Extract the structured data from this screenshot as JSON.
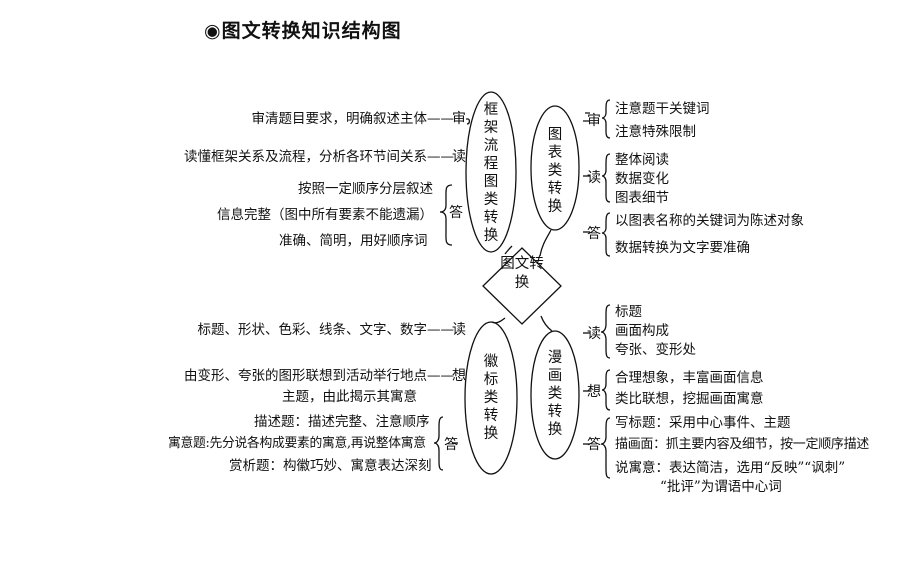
{
  "title": "◉图文转换知识结构图",
  "center": "图文转换",
  "branches": {
    "framework": {
      "name": "框架流程图类转换",
      "groups": [
        {
          "label": "审",
          "items": [
            "审清题目要求，明确叙述主体——"
          ]
        },
        {
          "label": "读",
          "items": [
            "读懂框架关系及流程，分析各环节间关系——"
          ]
        },
        {
          "label": "答",
          "items": [
            "按照一定顺序分层叙述",
            "信息完整（图中所有要素不能遗漏）",
            "准确、简明，用好顺序词"
          ]
        }
      ]
    },
    "chart": {
      "name": "图表类转换",
      "groups": [
        {
          "label": "审",
          "items": [
            "注意题干关键词",
            "注意特殊限制"
          ]
        },
        {
          "label": "读",
          "items": [
            "整体阅读",
            "数据变化",
            "图表细节"
          ]
        },
        {
          "label": "答",
          "items": [
            "以图表名称的关键词为陈述对象",
            "数据转换为文字要准确"
          ]
        }
      ]
    },
    "emblem": {
      "name": "徽标类转换",
      "groups": [
        {
          "label": "读",
          "items": [
            "标题、形状、色彩、线条、文字、数字——"
          ]
        },
        {
          "label": "想",
          "items": [
            "由变形、夸张的图形联想到活动举行地点——",
            "主题，由此揭示其寓意"
          ]
        },
        {
          "label": "答",
          "items": [
            "描述题：描述完整、注意顺序",
            "寓意题:先分说各构成要素的寓意,再说整体寓意",
            "赏析题：构徽巧妙、寓意表达深刻"
          ]
        }
      ]
    },
    "comic": {
      "name": "漫画类转换",
      "groups": [
        {
          "label": "读",
          "items": [
            "标题",
            "画面构成",
            "夸张、变形处"
          ]
        },
        {
          "label": "想",
          "items": [
            "合理想象，丰富画面信息",
            "类比联想，挖掘画面寓意"
          ]
        },
        {
          "label": "答",
          "items": [
            "写标题：采用中心事件、主题",
            "描画面：抓主要内容及细节，按一定顺序描述",
            "说寓意：表达简洁，选用“反映”“讽刺”",
            "“批评”为谓语中心词"
          ]
        }
      ]
    }
  }
}
